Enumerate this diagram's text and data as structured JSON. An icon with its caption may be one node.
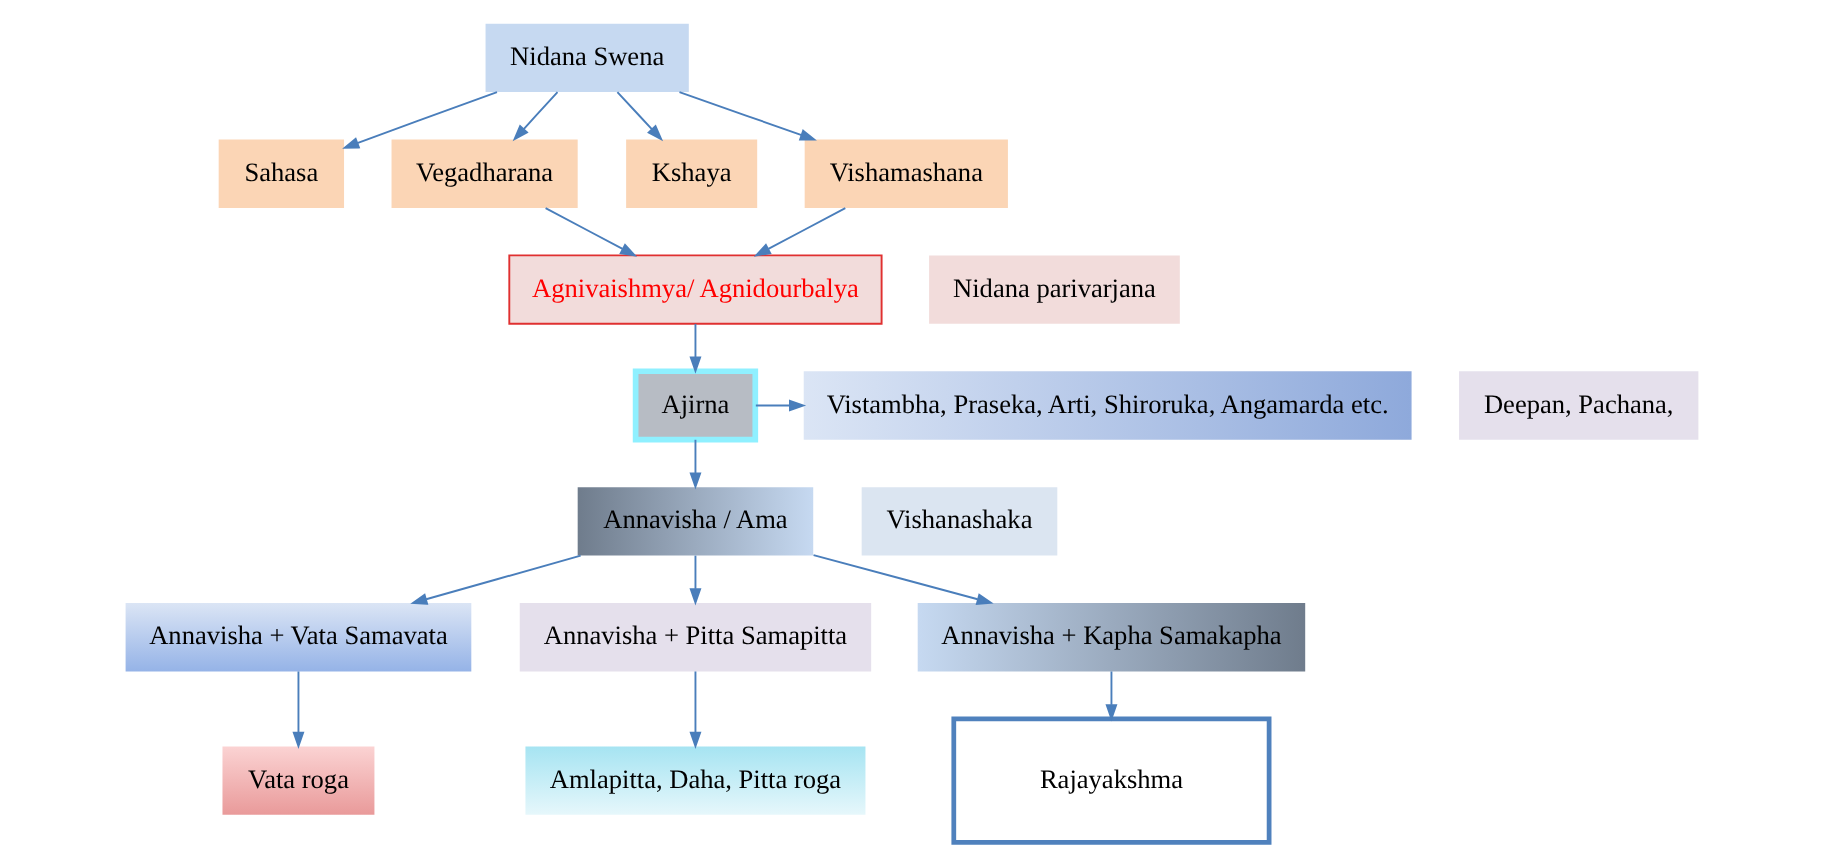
{
  "diagram": {
    "nodes": [
      {
        "text": [
          "Nidana Swena"
        ]
      },
      {
        "text": [
          "Sahasa"
        ]
      },
      {
        "text": [
          "Vegadharana"
        ]
      },
      {
        "text": [
          "Kshaya"
        ]
      },
      {
        "text": [
          "Vishamashana"
        ]
      },
      {
        "text": [
          "Nidana parivarjana"
        ]
      },
      {
        "text": [
          "Agnivaishmya/ Agnidourbalya"
        ]
      },
      {
        "text": [
          "Deepan, Pachana,"
        ]
      },
      {
        "text": [
          "Ajirna"
        ]
      },
      {
        "text": [
          "Vistambha, Praseka, Arti, Shiroruka, Angamarda etc."
        ]
      },
      {
        "text": [
          "Vishanashaka"
        ]
      },
      {
        "text": [
          "Annavisha / Ama"
        ]
      },
      {
        "text": [
          "Annavisha + Vata Samavata"
        ]
      },
      {
        "text": [
          "Annavisha + Pitta Samapitta"
        ]
      },
      {
        "text": [
          "Annavisha + Kapha Samakapha"
        ]
      },
      {
        "text": [
          "Vata roga"
        ]
      },
      {
        "text": [
          "Amlapitta, Daha, Pitta roga"
        ]
      },
      {
        "text": [
          "Rajayakshma"
        ]
      }
    ],
    "edges": [
      {
        "from": 0,
        "to": 1,
        "arrow": "to"
      },
      {
        "from": 0,
        "to": 2,
        "arrow": "to"
      },
      {
        "from": 0,
        "to": 3,
        "arrow": "to"
      },
      {
        "from": 0,
        "to": 4,
        "arrow": "to"
      },
      {
        "from": 2,
        "to": 6,
        "arrow": "to"
      },
      {
        "from": 4,
        "to": 6,
        "arrow": "to"
      },
      {
        "from": 6,
        "to": 8,
        "arrow": "to"
      },
      {
        "from": 8,
        "to": 9,
        "arrow": "to"
      },
      {
        "from": 8,
        "to": 11,
        "arrow": "to"
      },
      {
        "from": 11,
        "to": 12,
        "arrow": "to"
      },
      {
        "from": 11,
        "to": 13,
        "arrow": "to"
      },
      {
        "from": 11,
        "to": 14,
        "arrow": "to"
      },
      {
        "from": 12,
        "to": 15,
        "arrow": "to"
      },
      {
        "from": 13,
        "to": 16,
        "arrow": "to"
      },
      {
        "from": 14,
        "to": 17,
        "arrow": "to"
      }
    ]
  }
}
